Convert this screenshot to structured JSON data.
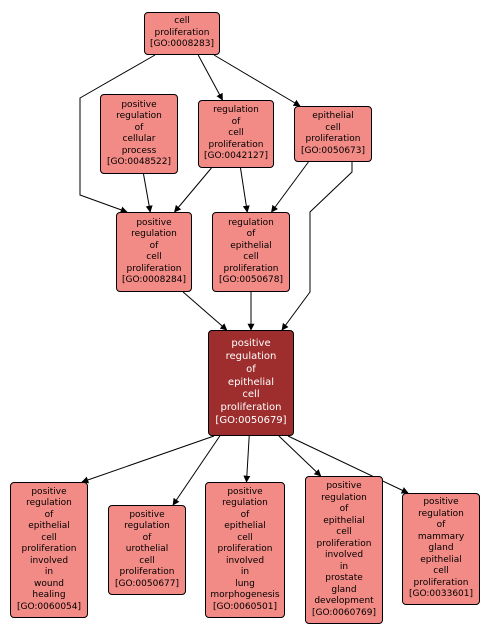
{
  "colors": {
    "node_fill": "#f28a85",
    "focus_fill": "#9e2e2e",
    "edge": "#000000"
  },
  "nodes": [
    {
      "id": "n0008283",
      "lines": [
        "cell",
        "proliferation",
        "[GO:0008283]"
      ]
    },
    {
      "id": "n0048522",
      "lines": [
        "positive",
        "regulation",
        "of",
        "cellular",
        "process",
        "[GO:0048522]"
      ]
    },
    {
      "id": "n0042127",
      "lines": [
        "regulation",
        "of",
        "cell",
        "proliferation",
        "[GO:0042127]"
      ]
    },
    {
      "id": "n0050673",
      "lines": [
        "epithelial",
        "cell",
        "proliferation",
        "[GO:0050673]"
      ]
    },
    {
      "id": "n0008284",
      "lines": [
        "positive",
        "regulation",
        "of",
        "cell",
        "proliferation",
        "[GO:0008284]"
      ]
    },
    {
      "id": "n0050678",
      "lines": [
        "regulation",
        "of",
        "epithelial",
        "cell",
        "proliferation",
        "[GO:0050678]"
      ]
    },
    {
      "id": "n0050679",
      "focus": true,
      "lines": [
        "positive",
        "regulation",
        "of",
        "epithelial",
        "cell",
        "proliferation",
        "[GO:0050679]"
      ]
    },
    {
      "id": "n0060054",
      "lines": [
        "positive",
        "regulation",
        "of",
        "epithelial",
        "cell",
        "proliferation",
        "involved",
        "in",
        "wound",
        "healing",
        "[GO:0060054]"
      ]
    },
    {
      "id": "n0050677",
      "lines": [
        "positive",
        "regulation",
        "of",
        "urothelial",
        "cell",
        "proliferation",
        "[GO:0050677]"
      ]
    },
    {
      "id": "n0060501",
      "lines": [
        "positive",
        "regulation",
        "of",
        "epithelial",
        "cell",
        "proliferation",
        "involved",
        "in",
        "lung",
        "morphogenesis",
        "[GO:0060501]"
      ]
    },
    {
      "id": "n0060769",
      "lines": [
        "positive",
        "regulation",
        "of",
        "epithelial",
        "cell",
        "proliferation",
        "involved",
        "in",
        "prostate",
        "gland",
        "development",
        "[GO:0060769]"
      ]
    },
    {
      "id": "n0033601",
      "lines": [
        "positive",
        "regulation",
        "of",
        "mammary",
        "gland",
        "epithelial",
        "cell",
        "proliferation",
        "[GO:0033601]"
      ]
    }
  ],
  "edges": [
    {
      "from": "n0008283",
      "to": "n0008284"
    },
    {
      "from": "n0008283",
      "to": "n0042127"
    },
    {
      "from": "n0008283",
      "to": "n0050673"
    },
    {
      "from": "n0048522",
      "to": "n0008284"
    },
    {
      "from": "n0042127",
      "to": "n0008284"
    },
    {
      "from": "n0042127",
      "to": "n0050678"
    },
    {
      "from": "n0050673",
      "to": "n0050678"
    },
    {
      "from": "n0050673",
      "to": "n0050679"
    },
    {
      "from": "n0008284",
      "to": "n0050679"
    },
    {
      "from": "n0050678",
      "to": "n0050679"
    },
    {
      "from": "n0050679",
      "to": "n0060054"
    },
    {
      "from": "n0050679",
      "to": "n0050677"
    },
    {
      "from": "n0050679",
      "to": "n0060501"
    },
    {
      "from": "n0050679",
      "to": "n0060769"
    },
    {
      "from": "n0050679",
      "to": "n0033601"
    }
  ]
}
